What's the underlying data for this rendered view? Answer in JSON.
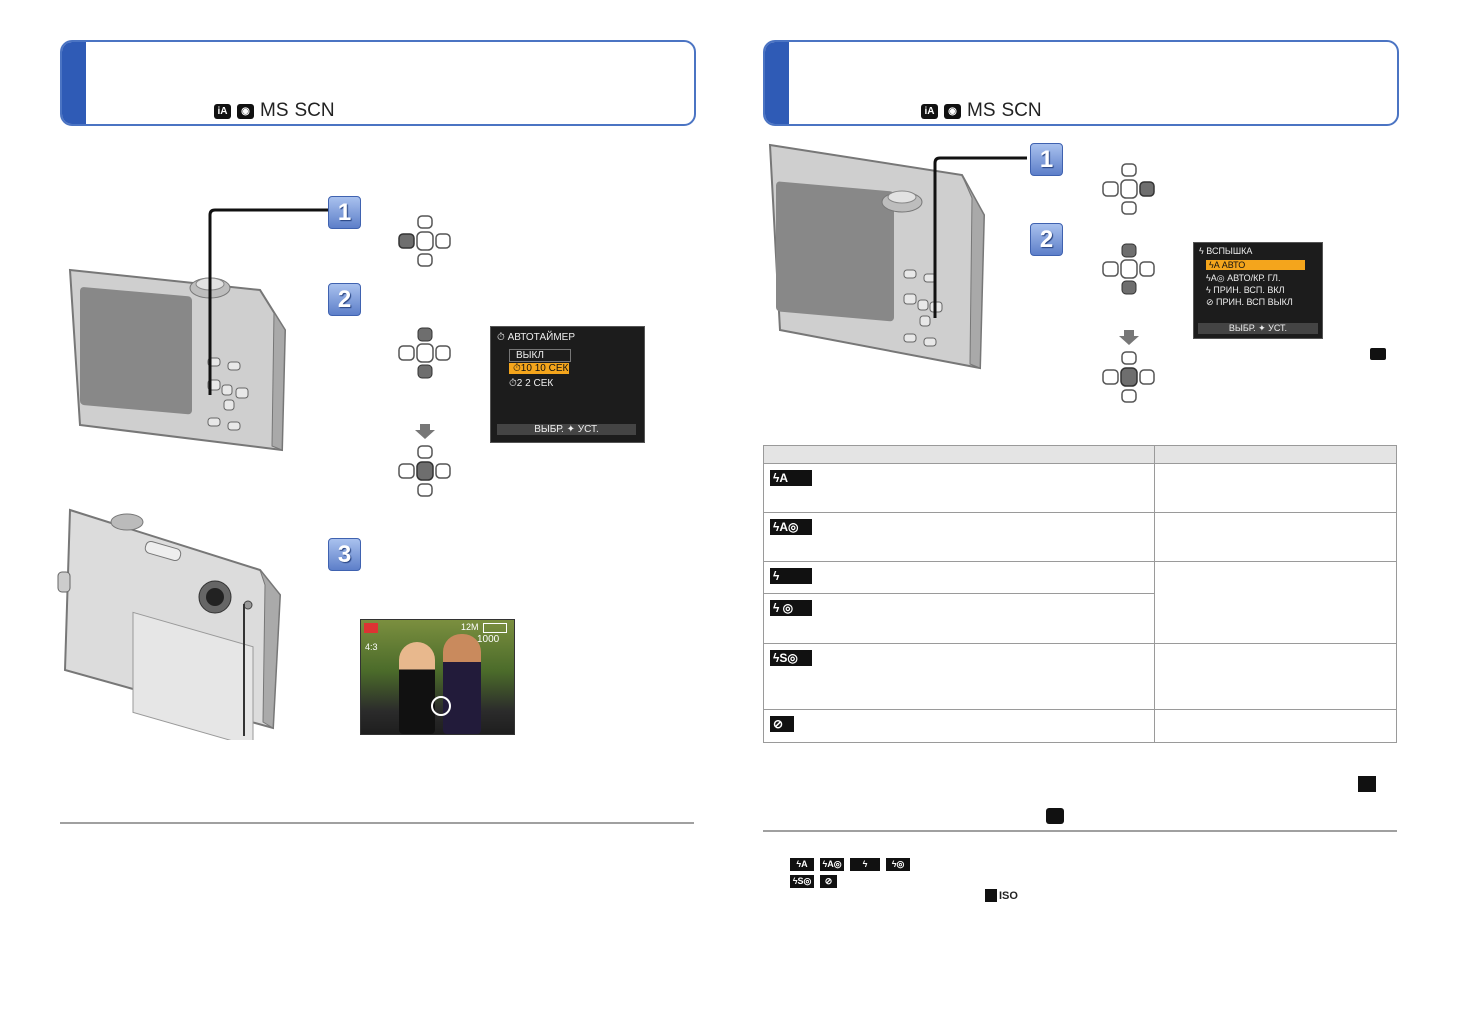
{
  "left_header": {
    "modes": [
      "iA",
      "◉",
      "MS",
      "SCN"
    ]
  },
  "right_header": {
    "modes": [
      "iA",
      "◉",
      "MS",
      "SCN"
    ]
  },
  "left_steps": [
    "1",
    "2",
    "3"
  ],
  "right_steps": [
    "1",
    "2"
  ],
  "self_timer_screen": {
    "title": "⏱ АВТОТАЙМЕР",
    "items": [
      "ВЫКЛ",
      "⏱10 10 СЕК",
      "⏱2 2 СЕК"
    ],
    "footer": "ВЫБР. ✦ УСТ."
  },
  "flash_screen": {
    "title": "ϟ ВСПЫШКА",
    "items": [
      "ϟA  АВТО",
      "ϟA◎ АВТО/КР. ГЛ.",
      "ϟ   ПРИН. ВСП. ВКЛ",
      "⊘  ПРИН. ВСП ВЫКЛ"
    ],
    "footer": "ВЫБР. ✦ УСТ."
  },
  "live_view": {
    "res": "12M",
    "count": "1000",
    "ratio": "4:3"
  },
  "flash_table": {
    "rows": [
      {
        "icon": "ϟA"
      },
      {
        "icon": "ϟA◎"
      },
      {
        "icon": "ϟ"
      },
      {
        "icon": "ϟ ◎"
      },
      {
        "icon": "ϟS◎"
      },
      {
        "icon": "⊘"
      }
    ]
  },
  "note_icons": {
    "line1": [
      "ϟA",
      "ϟA◎",
      "ϟ",
      "ϟ◎"
    ],
    "line2": [
      "ϟS◎",
      "⊘"
    ],
    "iso": "ISO"
  }
}
